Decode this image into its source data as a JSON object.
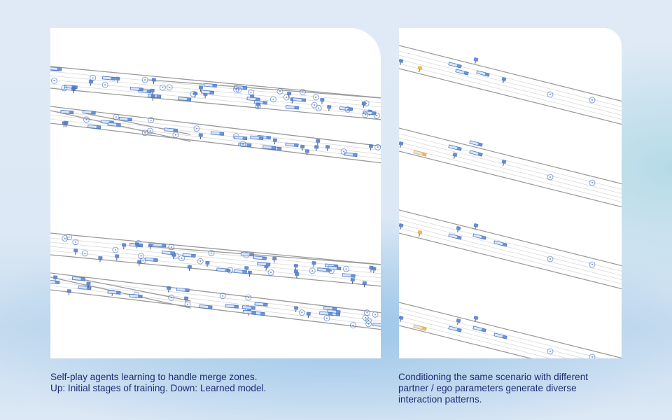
{
  "colors": {
    "background": "#dfe9f5",
    "panel": "#ffffff",
    "road_edge": "#9a9a9a",
    "lane_line": "#d9d9d9",
    "agent": "#4a78c8",
    "agent_fill": "#dbe6f7",
    "ego_agent": "#f0a930",
    "caption": "#1f2b73"
  },
  "figures": [
    {
      "id": "merge-zones",
      "caption_lines": [
        "Self-play agents learning to handle merge zones.",
        "Up: Initial stages of training. Down: Learned model."
      ],
      "subplots": [
        {
          "label": "Up",
          "stage": "Initial stages of training"
        },
        {
          "label": "Down",
          "stage": "Learned model"
        }
      ]
    },
    {
      "id": "conditioned-scenarios",
      "caption_lines": [
        "Conditioning the same scenario with different",
        "partner / ego parameters generate diverse",
        "interaction patterns."
      ],
      "rollouts": 4
    }
  ]
}
